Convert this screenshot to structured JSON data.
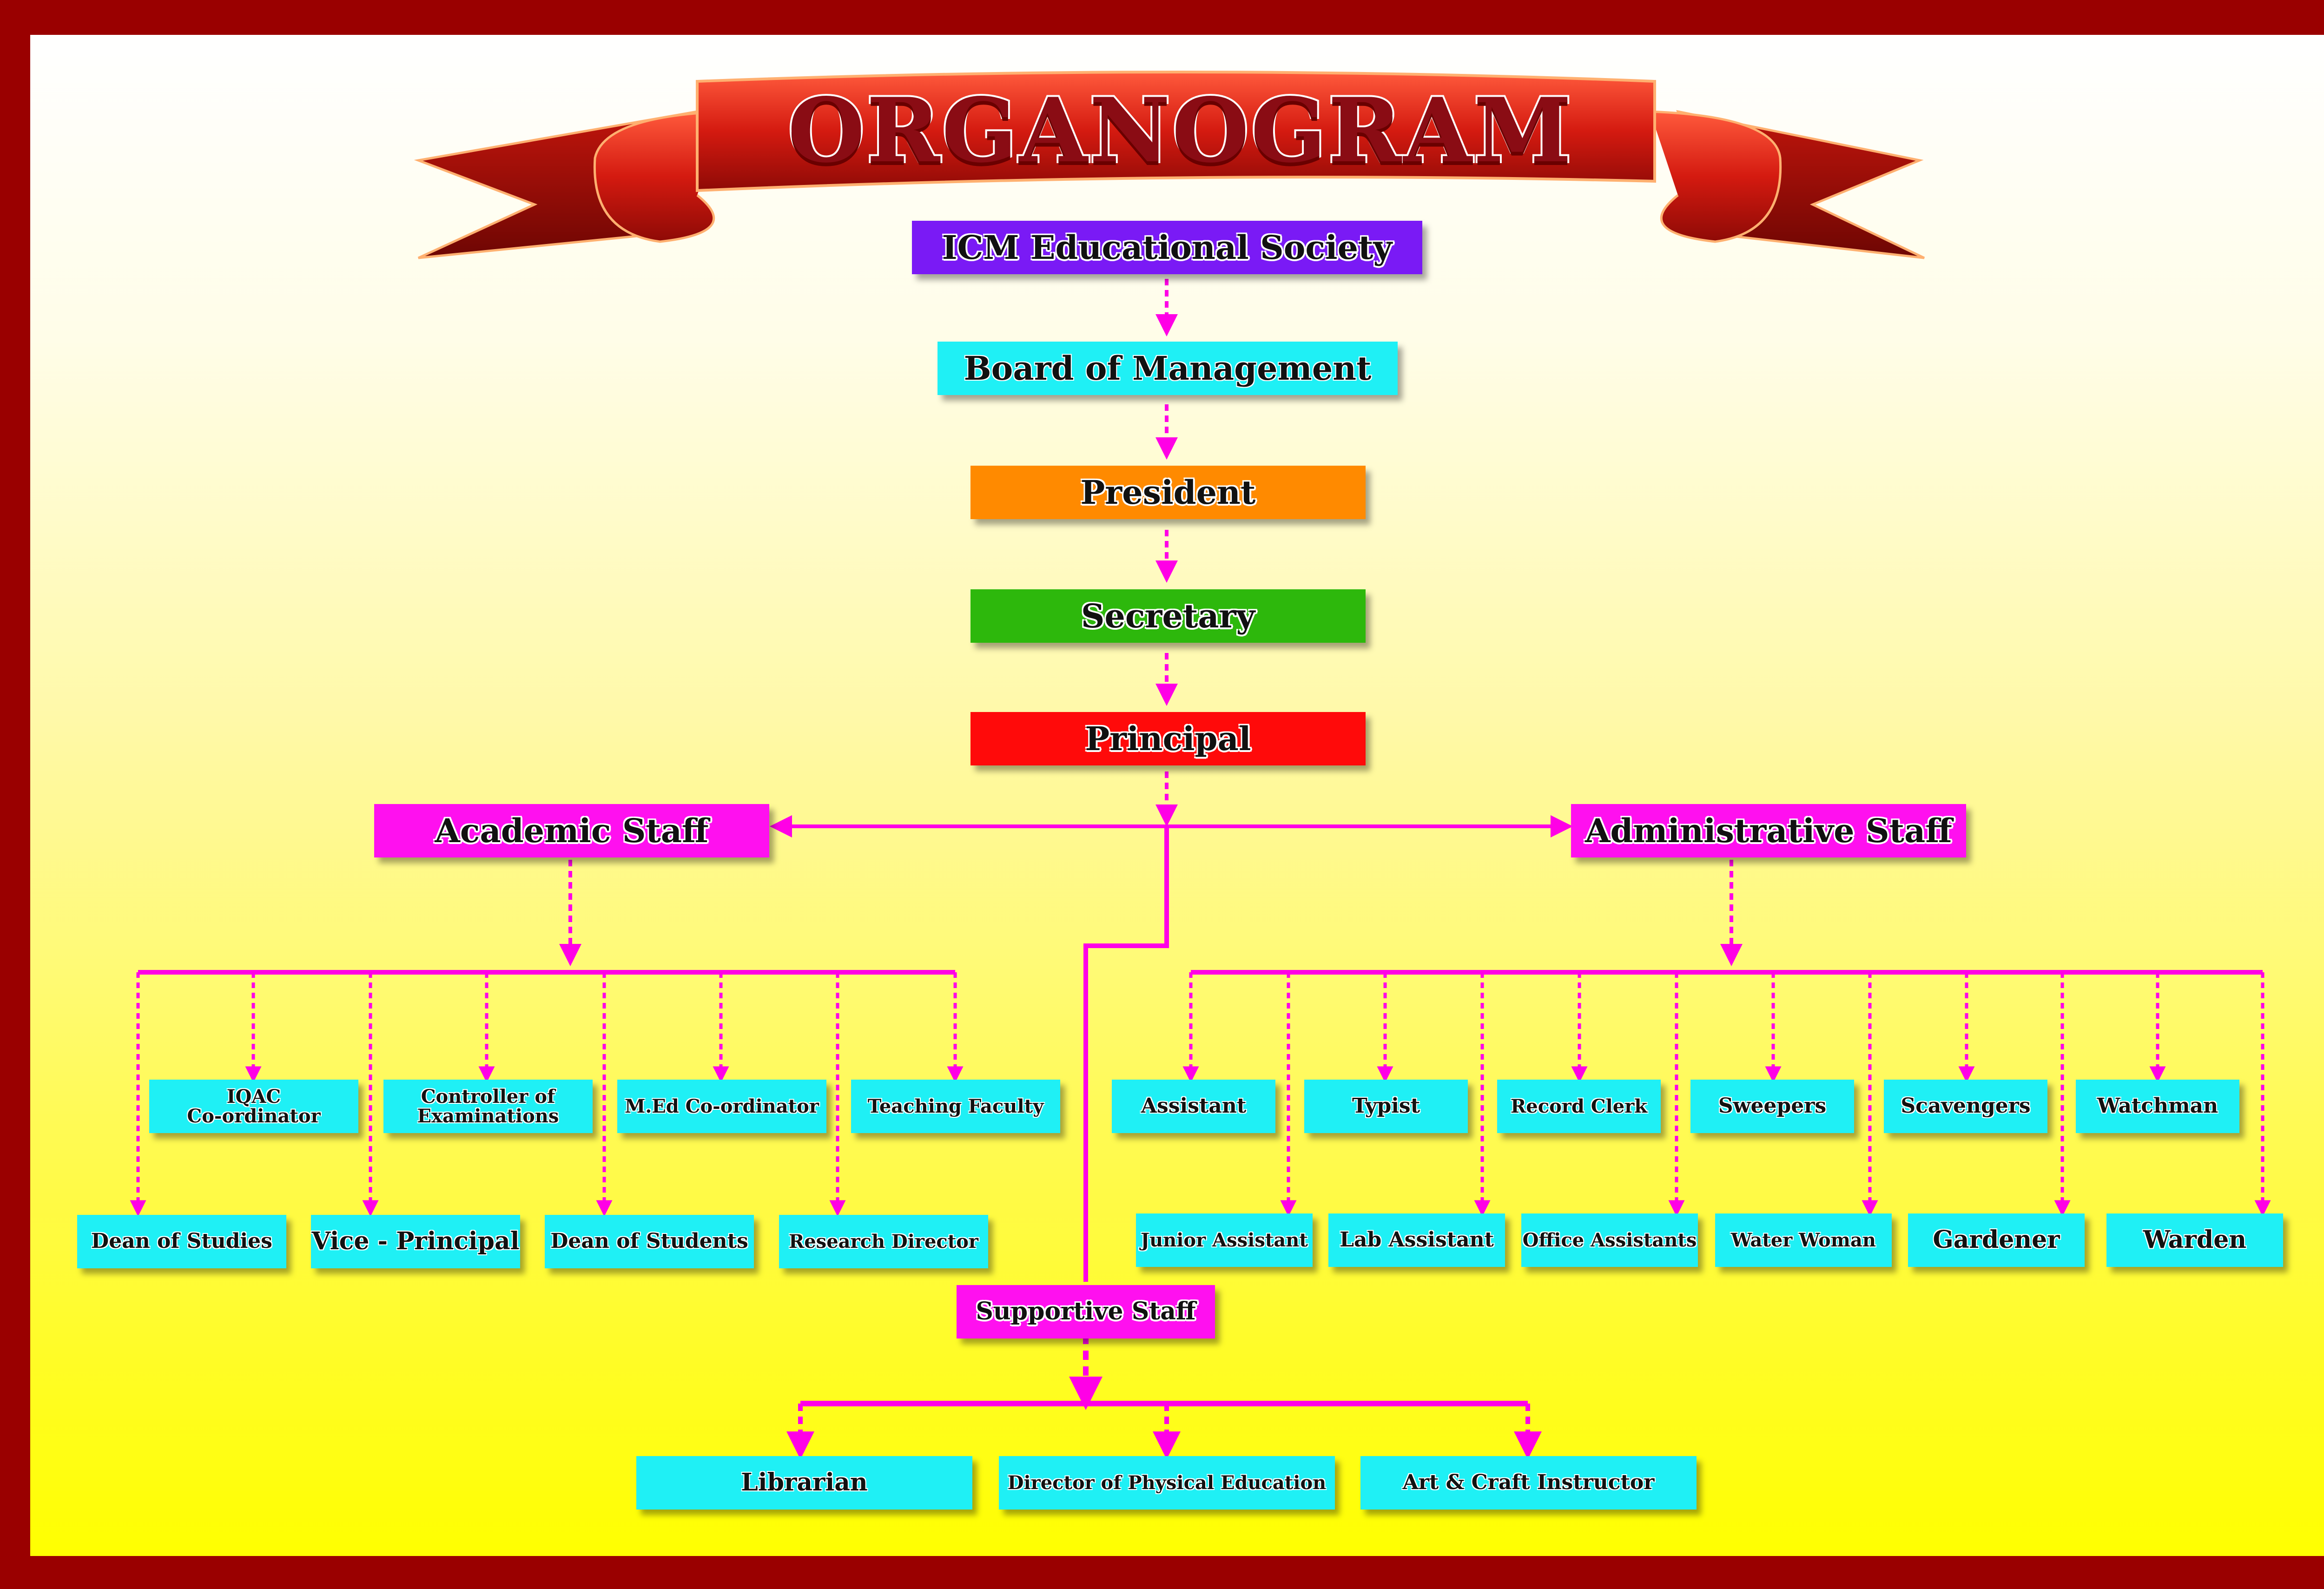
{
  "title": "ORGANOGRAM",
  "chain": {
    "society": "ICM Educational Society",
    "board": "Board of Management",
    "president": "President",
    "secretary": "Secretary",
    "principal": "Principal"
  },
  "colors": {
    "frame": "#9a0000",
    "society": "#7a1af5",
    "board": "#1ff0f5",
    "president": "#ff8a00",
    "secretary": "#2db80c",
    "principal": "#ff0a0a",
    "staff_heads": "#ff10ef",
    "leaf": "#1ff0f5",
    "connector": "#ff00e6"
  },
  "academic": {
    "head": "Academic Staff",
    "top_row": [
      "IQAC\nCo-ordinator",
      "Controller of\nExaminations",
      "M.Ed Co-ordinator",
      "Teaching Faculty"
    ],
    "bottom_row": [
      "Dean of Studies",
      "Vice - Principal",
      "Dean of Students",
      "Research Director"
    ]
  },
  "administrative": {
    "head": "Administrative Staff",
    "top_row": [
      "Assistant",
      "Typist",
      "Record Clerk",
      "Sweepers",
      "Scavengers",
      "Watchman"
    ],
    "bottom_row": [
      "Junior Assistant",
      "Lab Assistant",
      "Office Assistants",
      "Water Woman",
      "Gardener",
      "Warden"
    ]
  },
  "supportive": {
    "head": "Supportive Staff",
    "items": [
      "Librarian",
      "Director of Physical Education",
      "Art & Craft Instructor"
    ]
  }
}
